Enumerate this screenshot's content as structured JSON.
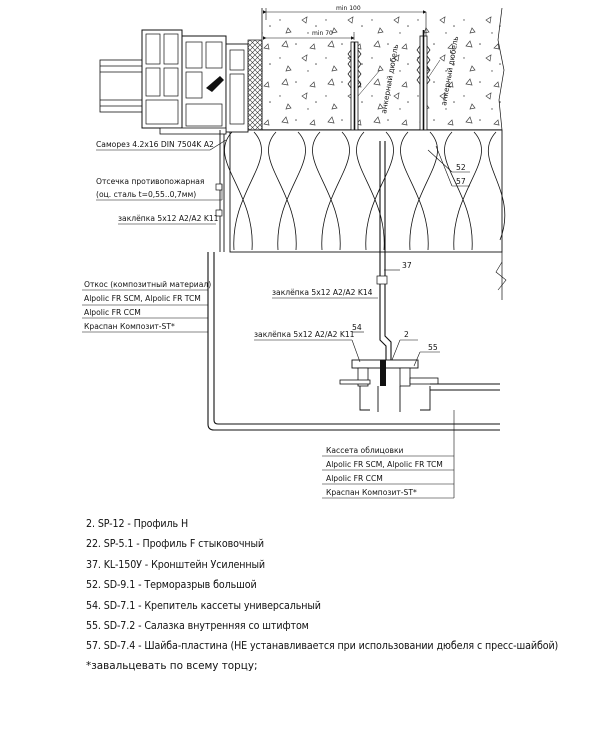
{
  "drawing": {
    "dimensions": {
      "min100": "min 100",
      "min70": "min 70"
    },
    "anchor_labels": {
      "left": "анкерный дюбель",
      "right": "анкерный дюбель"
    },
    "left_callouts": {
      "screw": "Саморез 4.2х16 DIN 7504K A2",
      "firebreak_line1": "Отсечка противопожарная",
      "firebreak_line2": "(оц. сталь t=0,55..0,7мм)",
      "rivet_k11": "заклёпка 5х12 A2/A2 K11"
    },
    "slope_table": {
      "title": "Откос (композитный материал)",
      "rows": [
        "Alpolic FR SCM, Alpolic FR TCM",
        "Alpolic FR CCM",
        "Краспан Композит-ST*"
      ]
    },
    "middle_callouts": {
      "rivet_k14": "заклёпка 5х12 A2/A2 K14",
      "rivet_k11": "заклёпка 5х12 A2/A2 K11"
    },
    "cassette_table": {
      "title": "Кассета облицовки",
      "rows": [
        "Alpolic FR SCM, Alpolic FR TCM",
        "Alpolic FR CCM",
        "Краспан Композит-ST*"
      ]
    },
    "callout_numbers": {
      "n52": "52",
      "n57": "57",
      "n37": "37",
      "n54": "54",
      "n2": "2",
      "n55": "55"
    }
  },
  "legend": [
    "2. SP-12 - Профиль Н",
    "22. SP-5.1 - Профиль F стыковочный",
    "37. KL-150У - Кронштейн Усиленный",
    "52. SD-9.1 - Терморазрыв большой",
    "54. SD-7.1 - Крепитель кассеты универсальный",
    "55. SD-7.2 - Салазка внутренняя со штифтом",
    "57. SD-7.4 - Шайба-пластина (НЕ устанавливается при использовании дюбеля с пресс-шайбой)"
  ],
  "note": "*завальцевать по всему торцу;"
}
